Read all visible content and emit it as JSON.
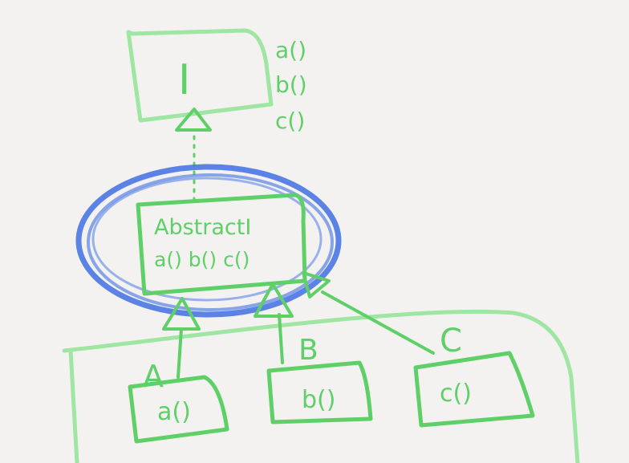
{
  "colors": {
    "background": "#f3f2f1",
    "green_stroke": "#5fd068",
    "green_faint": "#9ee6a1",
    "blue_highlight": "#3f6fe3"
  },
  "interface": {
    "label": "I",
    "methods": [
      "a()",
      "b()",
      "c()"
    ]
  },
  "abstract_class": {
    "title": "AbstractI",
    "methods": "a() b() c()"
  },
  "subclasses": [
    {
      "name": "A",
      "method": "a()"
    },
    {
      "name": "B",
      "method": "b()"
    },
    {
      "name": "C",
      "method": "c()"
    }
  ]
}
